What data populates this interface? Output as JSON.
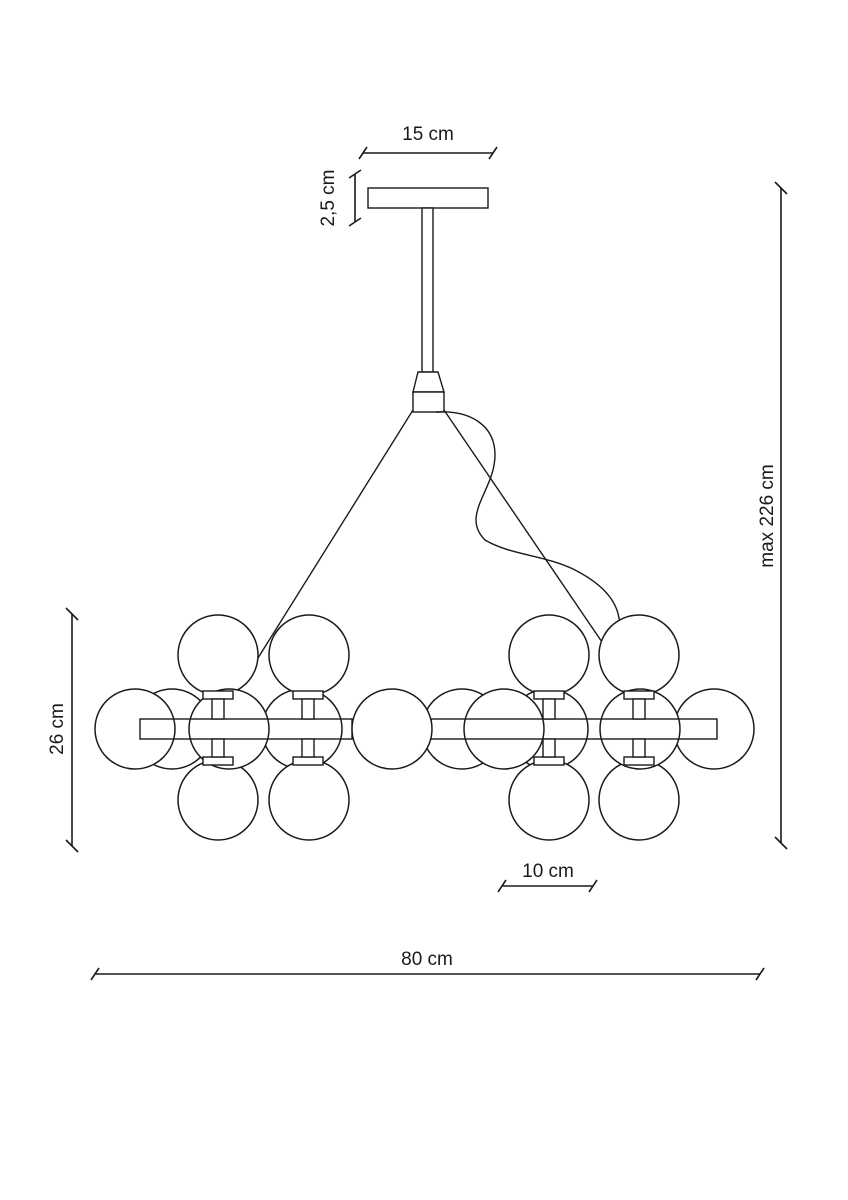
{
  "dimensions": {
    "canopy_width": "15 cm",
    "canopy_height": "2,5 cm",
    "total_height": "max 226 cm",
    "fixture_height": "26 cm",
    "globe_diameter": "10 cm",
    "total_width": "80 cm"
  }
}
